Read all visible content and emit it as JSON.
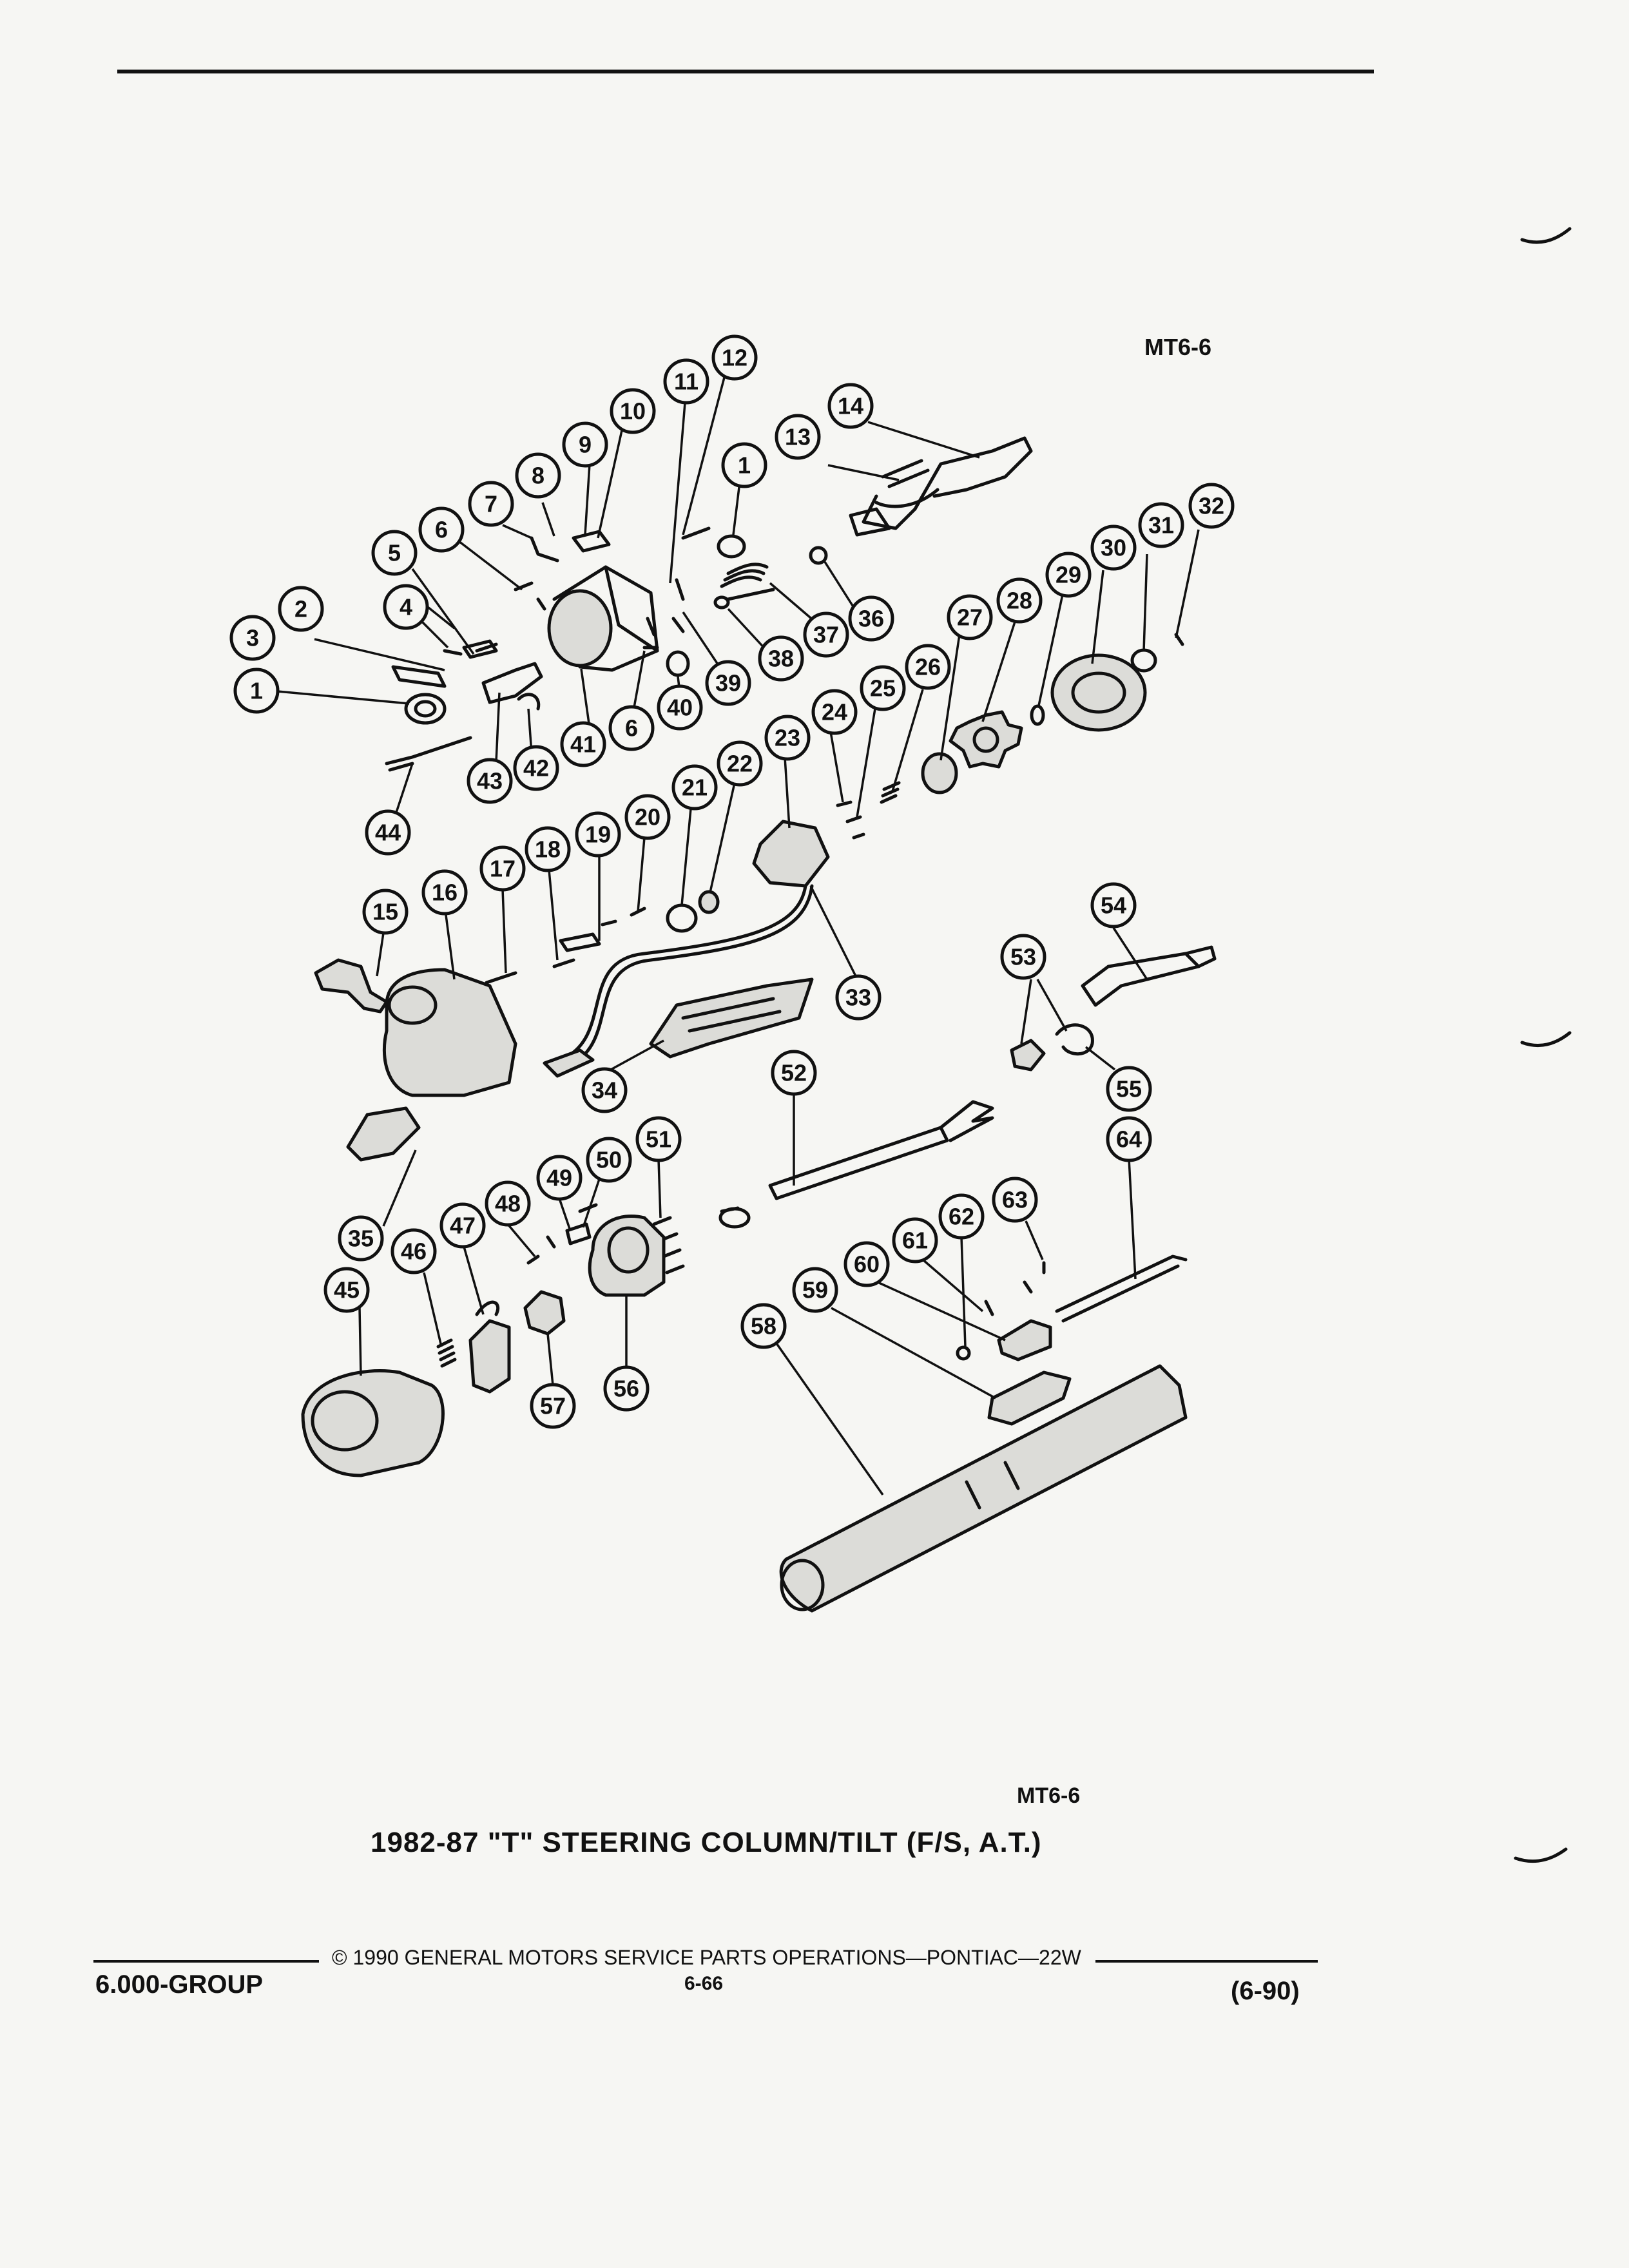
{
  "figure_code_top": "MT6-6",
  "figure_code_bottom": "MT6-6",
  "caption": "1982-87 \"T\" STEERING COLUMN/TILT (F/S, A.T.)",
  "footer": {
    "group": "6.000-GROUP",
    "copyright": "© 1990 GENERAL MOTORS SERVICE PARTS OPERATIONS—PONTIAC—22W",
    "page": "6-66",
    "date": "(6-90)"
  },
  "callouts": [
    "1",
    "2",
    "3",
    "4",
    "5",
    "6",
    "7",
    "8",
    "9",
    "10",
    "11",
    "12",
    "13",
    "14",
    "1",
    "36",
    "37",
    "38",
    "39",
    "40",
    "41",
    "6",
    "42",
    "43",
    "44",
    "27",
    "28",
    "29",
    "30",
    "31",
    "32",
    "24",
    "25",
    "26",
    "23",
    "22",
    "21",
    "20",
    "19",
    "18",
    "17",
    "16",
    "15",
    "33",
    "34",
    "53",
    "54",
    "55",
    "52",
    "51",
    "50",
    "49",
    "48",
    "47",
    "46",
    "45",
    "35",
    "63",
    "62",
    "61",
    "60",
    "59",
    "58",
    "64",
    "56",
    "57"
  ],
  "colors": {
    "ink": "#111111",
    "paper": "#f6f6f3"
  }
}
